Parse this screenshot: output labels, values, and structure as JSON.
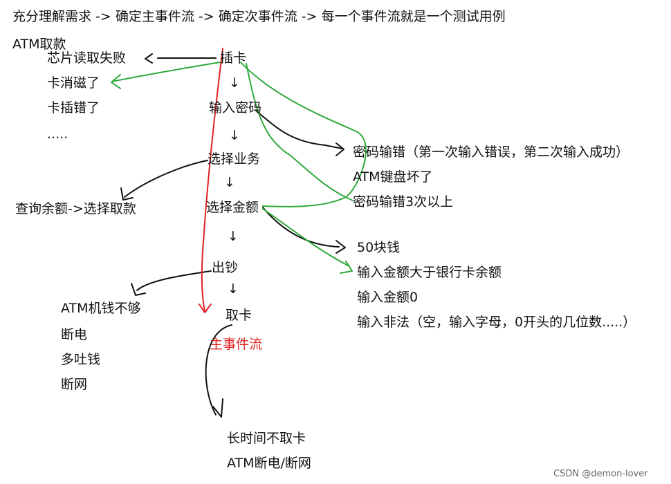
{
  "header": {
    "title": "充分理解需求 -> 确定主事件流 -> 确定次事件流 -> 每一个事件流就是一个测试用例",
    "subtitle": "ATM取款"
  },
  "main_flow": {
    "label": "主事件流",
    "steps": [
      "插卡",
      "输入密码",
      "选择业务",
      "选择金额",
      "出钞",
      "取卡"
    ]
  },
  "insert_card_errors": [
    "芯片读取失败",
    "卡消磁了",
    "卡插错了",
    "....."
  ],
  "password_errors": [
    "密码输错（第一次输入错误，第二次输入成功）",
    "ATM键盘坏了",
    "密码输错3次以上"
  ],
  "business_option": "查询余额->选择取款",
  "amount_cases": [
    "50块钱",
    "输入金额大于银行卡余额",
    "输入金额0",
    "输入非法（空，输入字母，0开头的几位数.....）"
  ],
  "cash_errors": [
    "ATM机钱不够",
    "断电",
    "多吐钱",
    "断网"
  ],
  "take_card_errors": [
    "长时间不取卡",
    "ATM断电/断网"
  ],
  "arrow_glyph": "↓",
  "watermark": "CSDN @demon-lover",
  "colors": {
    "main_flow": "#e02020",
    "alt_flow": "#2eaa3a",
    "ink": "#111111"
  }
}
